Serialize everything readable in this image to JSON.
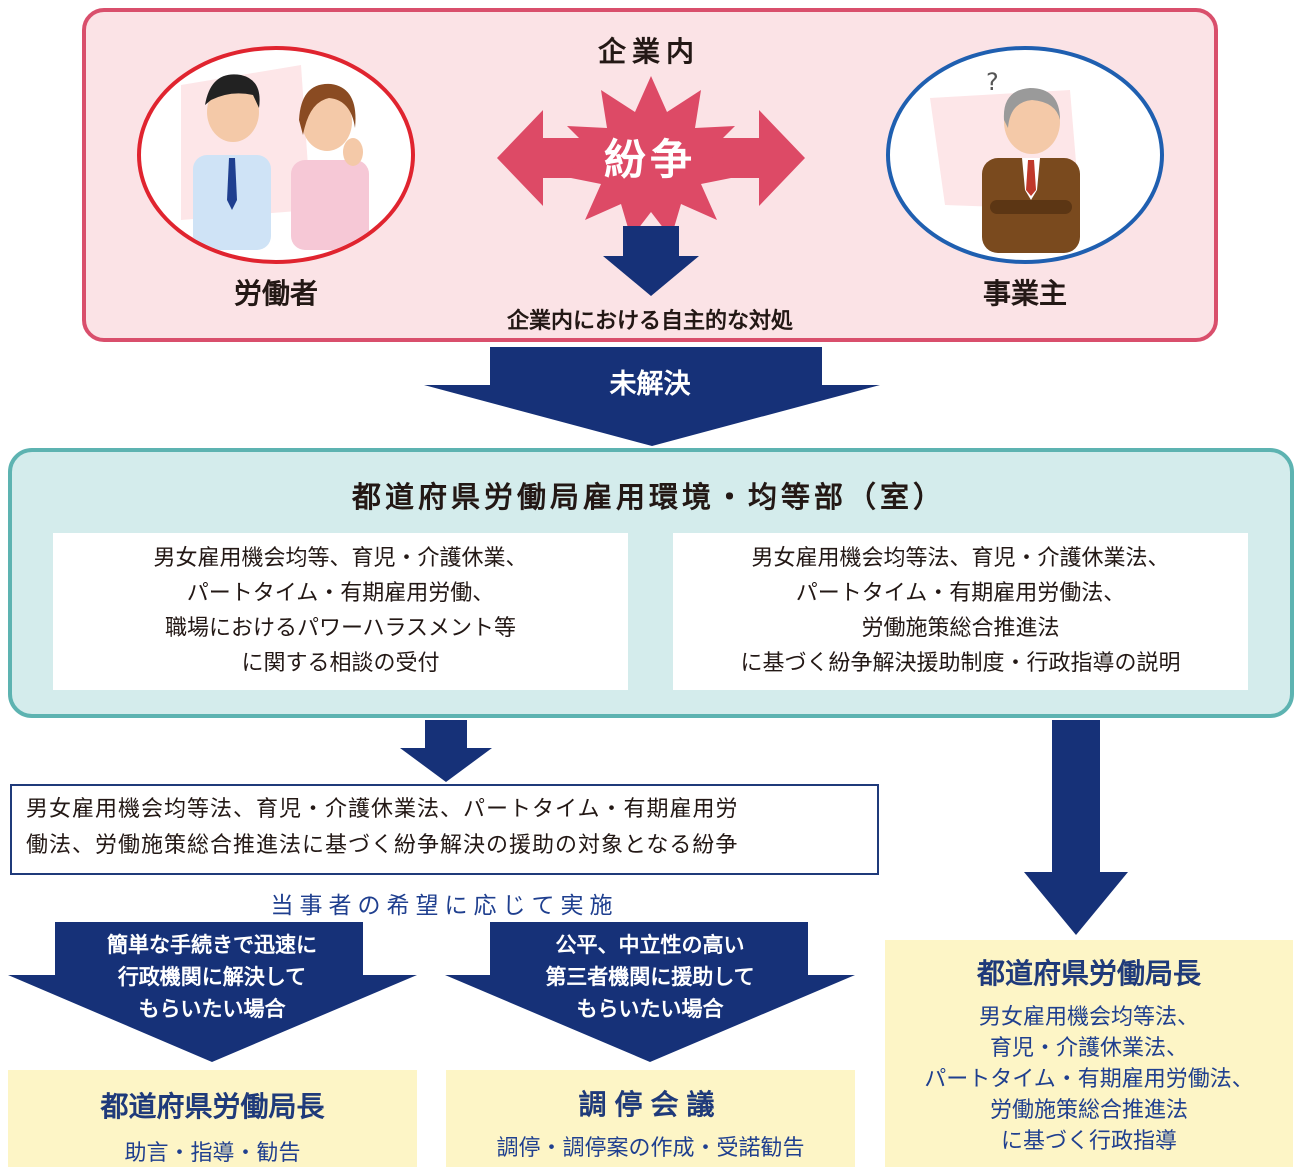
{
  "colors": {
    "pink_panel": "#fbe3e6",
    "pink_border": "#d94f6c",
    "teal_panel": "#d4ecec",
    "teal_border": "#5db3b1",
    "navy": "#163178",
    "yellow_box": "#fdf5c6",
    "burst": "#dd4a66"
  },
  "top": {
    "title": "企業内",
    "worker_label": "労働者",
    "employer_label": "事業主",
    "conflict": "紛争",
    "self_resolve": "企業内における自主的な対処"
  },
  "unresolved": "未解決",
  "middle": {
    "title": "都道府県労働局雇用環境・均等部（室）",
    "left_lines": [
      "男女雇用機会均等、育児・介護休業、",
      "パートタイム・有期雇用労働、",
      "職場におけるパワーハラスメント等",
      "に関する相談の受付"
    ],
    "right_lines": [
      "男女雇用機会均等法、育児・介護休業法、",
      "パートタイム・有期雇用労働法、",
      "労働施策総合推進法",
      "に基づく紛争解決援助制度・行政指導の説明"
    ]
  },
  "dispute": {
    "lines": [
      "男女雇用機会均等法、育児・介護休業法、パートタイム・有期雇用労",
      "働法、労働施策総合推進法に基づく紛争解決の援助の対象となる紛争"
    ],
    "request": "当事者の希望に応じて実施"
  },
  "arrows": {
    "quick_lines": [
      "簡単な手続きで迅速に",
      "行政機関に解決して",
      "もらいたい場合"
    ],
    "neutral_lines": [
      "公平、中立性の高い",
      "第三者機関に援助して",
      "もらいたい場合"
    ]
  },
  "bottom": {
    "left_title": "都道府県労働局長",
    "left_body": "助言・指導・勧告",
    "mid_title": "調停会議",
    "mid_body": "調停・調停案の作成・受諾勧告",
    "right_title": "都道府県労働局長",
    "right_lines": [
      "男女雇用機会均等法、",
      "育児・介護休業法、",
      "パートタイム・有期雇用労働法、",
      "労働施策総合推進法",
      "に基づく行政指導"
    ]
  }
}
